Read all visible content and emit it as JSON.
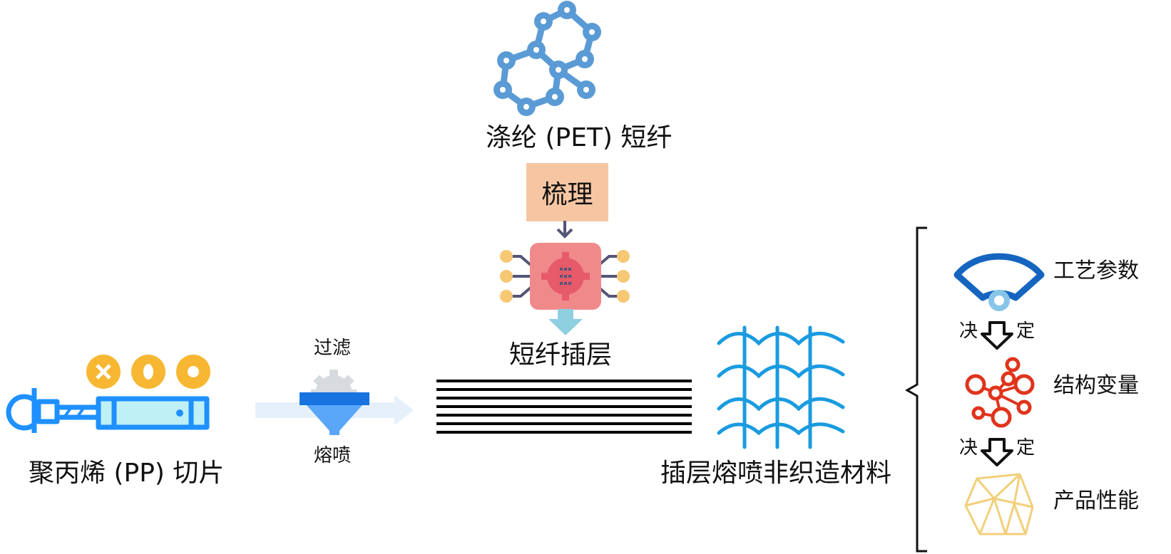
{
  "pet": {
    "label": "涤纶 (PET) 短纤"
  },
  "combing": {
    "label": "梳理"
  },
  "interlayer": {
    "label": "短纤插层"
  },
  "pp": {
    "label": "聚丙烯 (PP) 切片"
  },
  "meltblown": {
    "top_label": "过滤",
    "bottom_label": "熔喷"
  },
  "product": {
    "label": "插层熔喷非织造材料"
  },
  "factors": {
    "process": "工艺参数",
    "structure": "结构变量",
    "performance": "产品性能",
    "determines_left": "决",
    "determines_right": "定"
  },
  "colors": {
    "molecule": "#5b9bd5",
    "combing_box": "#f6c6a3",
    "chip_body": "#f08a8a",
    "chip_pins": "#f7c873",
    "fiber_arrow": "#8ecfe0",
    "pp_blue": "#1e90ff",
    "pp_yellow": "#f7b733",
    "funnel_blue": "#3a8ef6",
    "mesh_blue": "#1a9be0",
    "wifi_dark": "#1565c0",
    "wifi_light": "#87c5e8",
    "network_red": "#e0341c",
    "gem_yellow": "#f2cf7a"
  },
  "icons": {
    "pet": "molecule-icon",
    "chip": "processor-chip-icon",
    "pp": "pellet-extruder-icon",
    "filter": "gear-funnel-filter-icon",
    "layers": "stacked-layers-lines",
    "product": "fiber-mesh-icon",
    "process": "wifi-fan-icon",
    "structure": "network-nodes-icon",
    "performance": "gem-icon",
    "arrow": "down-arrow-outline-icon"
  }
}
